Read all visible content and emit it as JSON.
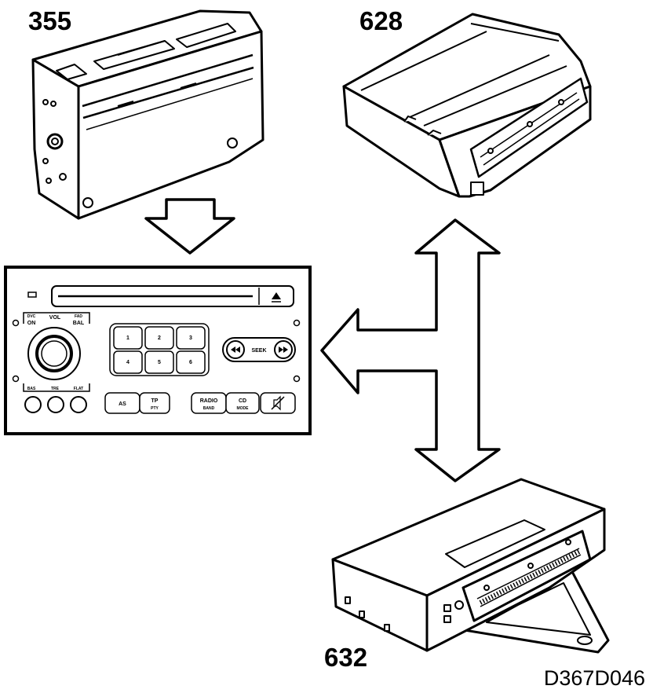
{
  "components": [
    {
      "id": "355",
      "label": "355"
    },
    {
      "id": "628",
      "label": "628"
    },
    {
      "id": "632",
      "label": "632"
    }
  ],
  "radio": {
    "dvc_on": "DVC\nON",
    "vol": "VOL",
    "bal": "BAL",
    "presets": [
      "1",
      "2",
      "3",
      "4",
      "5",
      "6"
    ],
    "seek": "SEEK",
    "as": "AS",
    "tp": "TP",
    "radio": "RADIO",
    "cd": "CD"
  },
  "figure_code": "D367D046"
}
